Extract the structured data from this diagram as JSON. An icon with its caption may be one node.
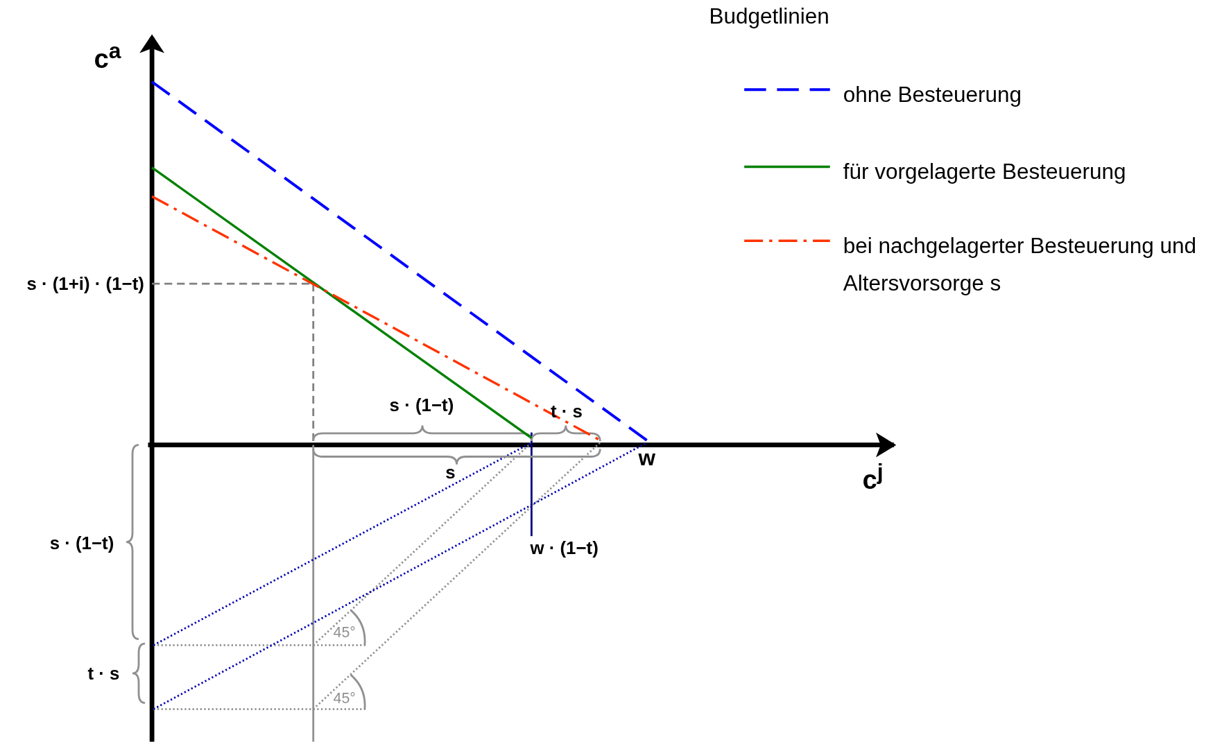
{
  "diagram": {
    "title": "Budgetlinien",
    "labels": [
      "c$^{a}$",
      "s · (1+i) · (1−t)",
      "s · (1−t)",
      "t · s",
      "s",
      "w",
      "c$^{j}$",
      "w · (1−t)",
      "s · (1−t)",
      "45°",
      "t · s",
      "45°"
    ],
    "legend": [
      {
        "text": "ohne Besteuerung"
      },
      {
        "text": "für vorgelagerte Besteuerung"
      },
      {
        "text": "bei nachgelagerter Besteuerung und Altersvorsorge s"
      }
    ]
  }
}
